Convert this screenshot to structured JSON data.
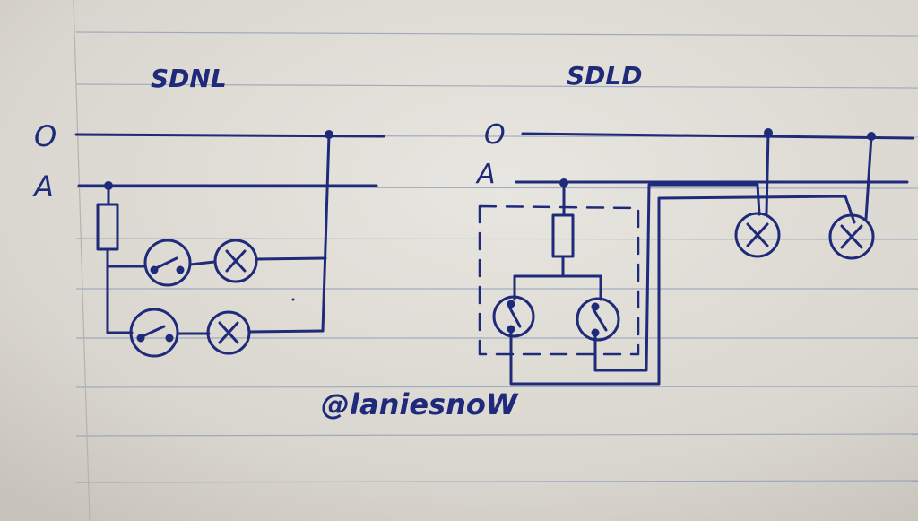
{
  "diagram": {
    "left": {
      "title": "SDNL",
      "line_o_label": "O",
      "line_a_label": "A"
    },
    "right": {
      "title": "SDLD",
      "line_o_label": "O",
      "line_a_label": "A"
    },
    "signature": "@laniesnoW"
  },
  "colors": {
    "ink": "#1f2a7a",
    "paper": "#dcd9d2",
    "rule_line": "#8e9bb6",
    "margin_line": "#b8b2aa"
  }
}
